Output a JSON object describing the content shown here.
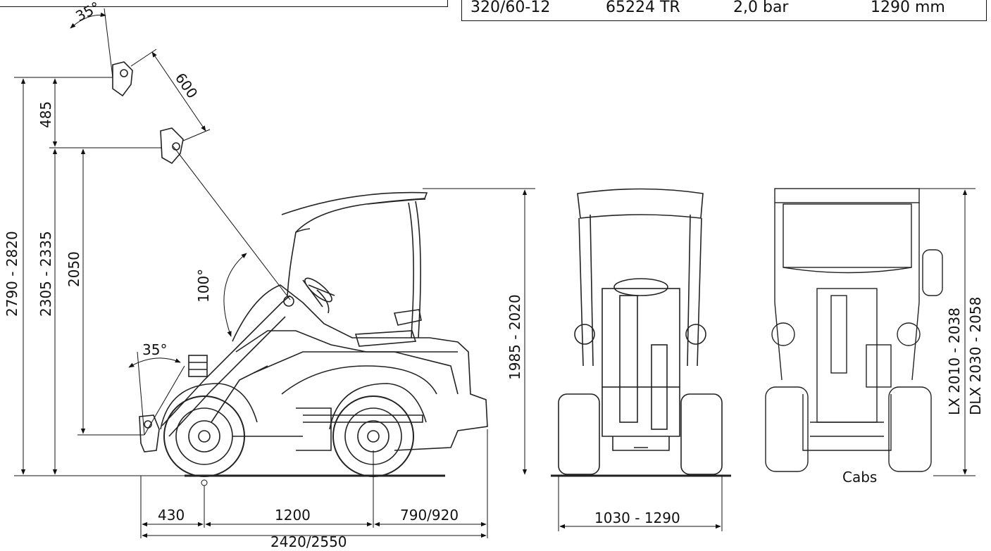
{
  "spec_row": {
    "tyre": "320/60-12",
    "code": "65224 TR",
    "pressure": "2,0 bar",
    "width": "1290 mm"
  },
  "angles": {
    "tilt_top": "35°",
    "tilt_bottom": "35°",
    "boom": "100°"
  },
  "dims_vertical": {
    "total_height": "2790 - 2820",
    "pin_height": "2305 - 2335",
    "lift_height": "2050",
    "upper_offset": "485",
    "canopy_height": "1985 - 2020"
  },
  "dims_boom": {
    "extension": "600"
  },
  "dims_horizontal": {
    "front_overhang": "430",
    "wheelbase": "1200",
    "rear_overhang": "790/920",
    "total_length": "2420/2550",
    "track_width": "1030 - 1290"
  },
  "cab_heights": {
    "lx": "LX 2010 - 2038",
    "dlx": "DLX 2030 - 2058"
  },
  "labels": {
    "cabs": "Cabs"
  }
}
